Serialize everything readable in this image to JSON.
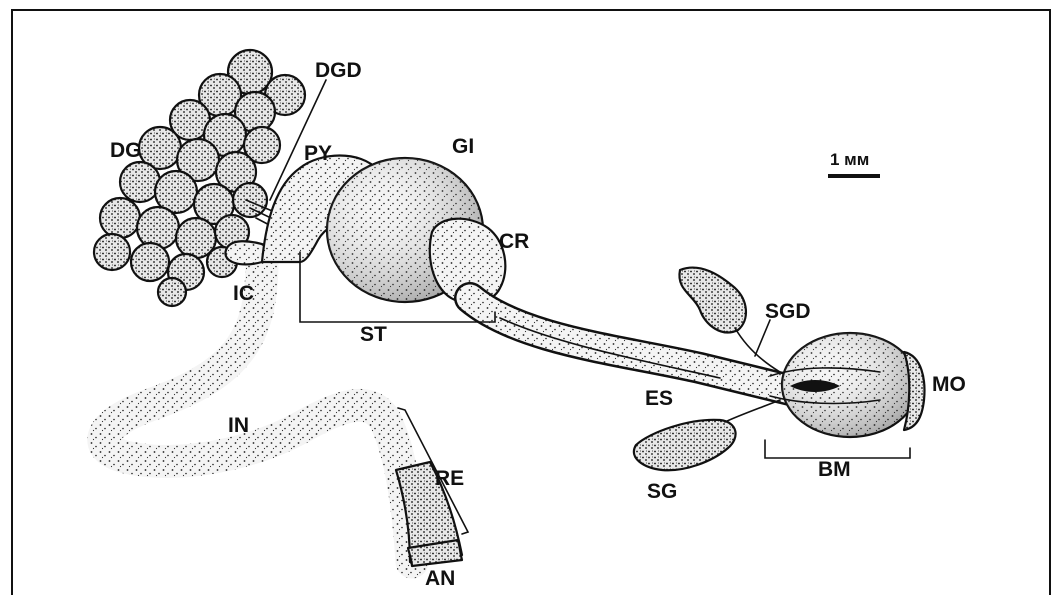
{
  "labels": {
    "dg": "DG",
    "dgd": "DGD",
    "py": "PY",
    "gi": "GI",
    "cr": "CR",
    "ic": "IC",
    "st": "ST",
    "in": "IN",
    "re": "RE",
    "an": "AN",
    "es": "ES",
    "sgd": "SGD",
    "sg": "SG",
    "bm": "BM",
    "mo": "MO"
  },
  "scale_bar": {
    "label": "1 мм"
  },
  "colors": {
    "ink": "#111111",
    "paper": "#ffffff",
    "stipple": "#f4f4f4"
  }
}
